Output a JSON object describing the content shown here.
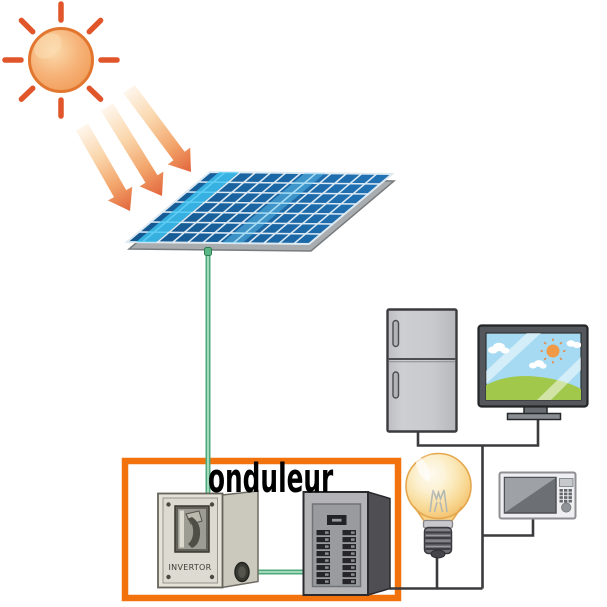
{
  "diagram": {
    "caption": "onduleur",
    "inverter_label": "INVERTOR",
    "colors": {
      "background": "#FFFFFF",
      "highlight_box_orange": "#F2730D",
      "dc_wire_green": "#4FA878",
      "ac_wire_dark": "#3B3B3E",
      "panel_blue": "#1B6CAD",
      "sun_orange": "#F4A55C",
      "sun_ray_red": "#E0552A",
      "arrow_tip_orange": "#E2643A",
      "bulb_yellow": "#F6CF86"
    },
    "components": [
      {
        "name": "sun-icon"
      },
      {
        "name": "sunlight-arrows-icon"
      },
      {
        "name": "solar-panel-icon"
      },
      {
        "name": "dc-wire"
      },
      {
        "name": "inverter-icon"
      },
      {
        "name": "breaker-panel-icon"
      },
      {
        "name": "onduleur-highlight-box"
      },
      {
        "name": "refrigerator-icon"
      },
      {
        "name": "tv-icon"
      },
      {
        "name": "light-bulb-icon"
      },
      {
        "name": "microwave-icon"
      },
      {
        "name": "ac-wires"
      }
    ]
  }
}
